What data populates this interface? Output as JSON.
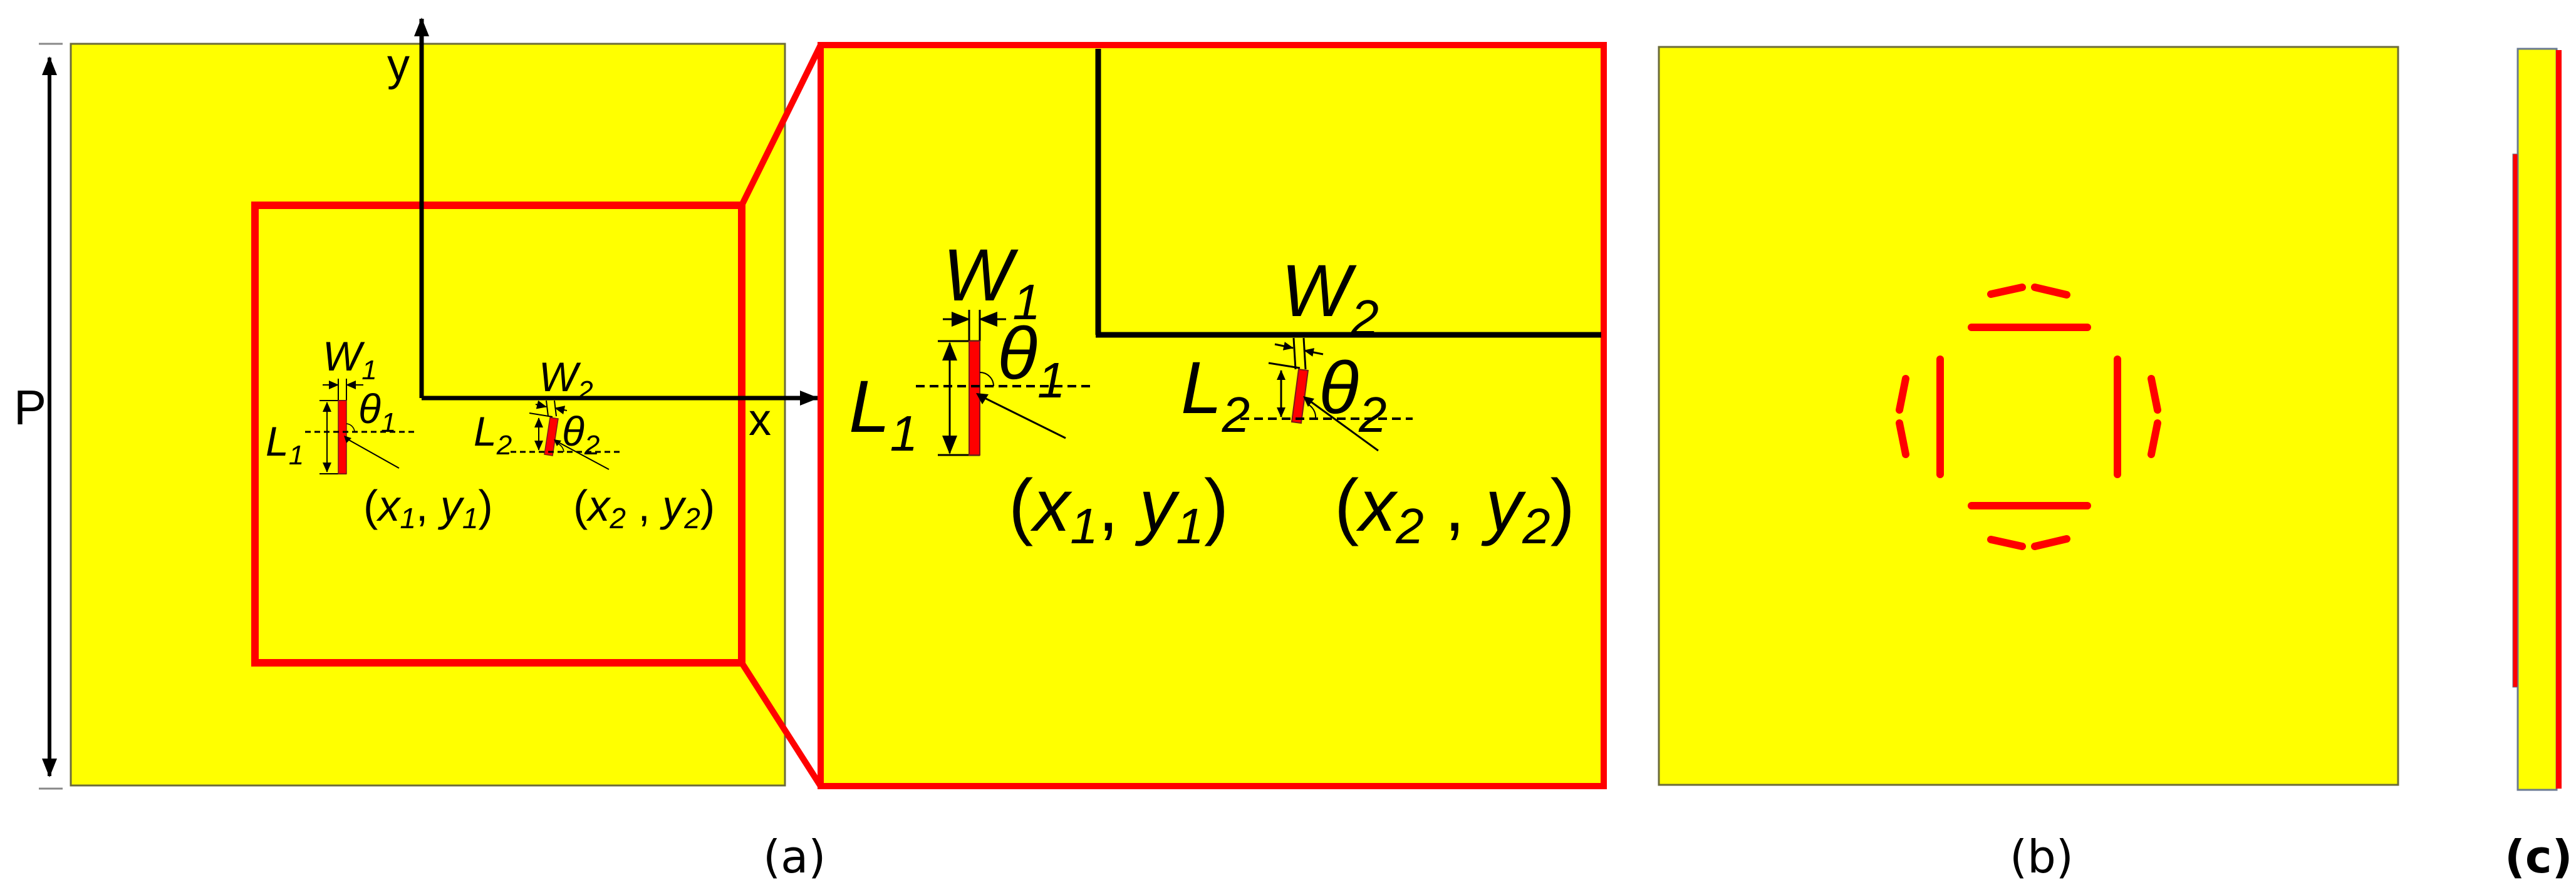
{
  "figure": {
    "colors": {
      "substrate": "#FFFF00",
      "metal": "#FF0000",
      "highlight_frame": "#FF0000",
      "axis": "#000000",
      "substrate_edge": "#6b6b3a"
    },
    "panel_a": {
      "caption": "(a)",
      "period_label": "P",
      "axis_x_label": "x",
      "axis_y_label": "y",
      "strip1": {
        "width_label": "W",
        "width_sub": "1",
        "length_label": "L",
        "length_sub": "1",
        "angle_label": "θ",
        "angle_sub": "1",
        "coord_label_open": "(",
        "coord_x": "x",
        "coord_x_sub": "1",
        "coord_sep": ", ",
        "coord_y": "y",
        "coord_y_sub": "1",
        "coord_label_close": ")"
      },
      "strip2": {
        "width_label": "W",
        "width_sub": "2",
        "length_label": "L",
        "length_sub": "2",
        "angle_label": "θ",
        "angle_sub": "2",
        "coord_label_open": "(",
        "coord_x": "x",
        "coord_x_sub": "2",
        "coord_sep": " , ",
        "coord_y": "y",
        "coord_y_sub": "2",
        "coord_label_close": ")"
      }
    },
    "panel_a_zoom": {
      "strip1": {
        "width_label": "W",
        "width_sub": "1",
        "length_label": "L",
        "length_sub": "1",
        "angle_label": "θ",
        "angle_sub": "1",
        "coord_label_open": "(",
        "coord_x": "x",
        "coord_x_sub": "1",
        "coord_sep": ", ",
        "coord_y": "y",
        "coord_y_sub": "1",
        "coord_label_close": ")"
      },
      "strip2": {
        "width_label": "W",
        "width_sub": "2",
        "length_label": "L",
        "length_sub": "2",
        "angle_label": "θ",
        "angle_sub": "2",
        "coord_label_open": "(",
        "coord_x": "x",
        "coord_x_sub": "2",
        "coord_sep": " , ",
        "coord_y": "y",
        "coord_y_sub": "2",
        "coord_label_close": ")"
      }
    },
    "panel_b": {
      "caption": "(b)",
      "element_count": 12
    },
    "panel_c": {
      "caption": "(c)"
    }
  }
}
